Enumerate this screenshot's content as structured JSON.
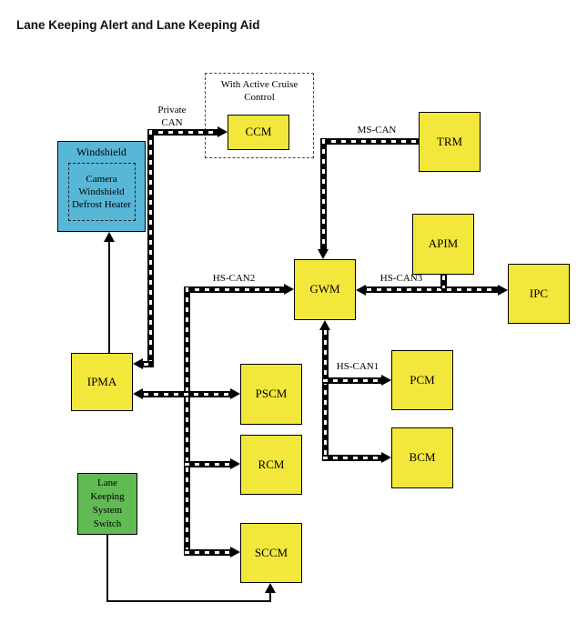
{
  "title": "Lane Keeping Alert and Lane Keeping Aid",
  "groups": {
    "acc": "With Active Cruise Control"
  },
  "nodes": {
    "ccm": "CCM",
    "trm": "TRM",
    "gwm": "GWM",
    "apim": "APIM",
    "ipc": "IPC",
    "ipma": "IPMA",
    "pscm": "PSCM",
    "rcm": "RCM",
    "sccm": "SCCM",
    "pcm": "PCM",
    "bcm": "BCM",
    "windshield": "Windshield",
    "camera": "Camera Windshield Defrost Heater",
    "switch": "Lane Keeping System Switch"
  },
  "buses": {
    "private_can": "Private CAN",
    "ms_can": "MS-CAN",
    "hs_can1": "HS-CAN1",
    "hs_can2": "HS-CAN2",
    "hs_can3": "HS-CAN3"
  },
  "colors": {
    "module": "#f3e73b",
    "windshield": "#58b7d7",
    "switch": "#62ba55"
  }
}
